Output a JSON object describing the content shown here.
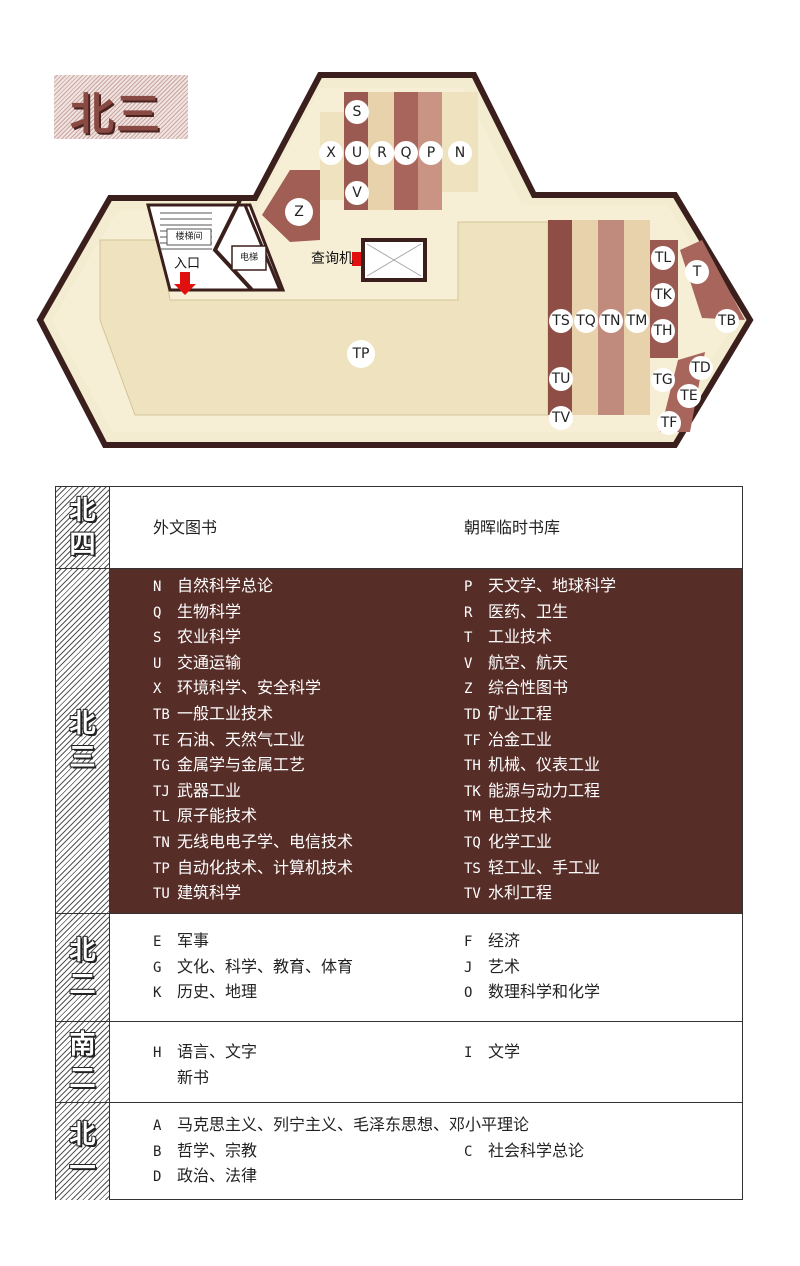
{
  "floor_title": "北三",
  "map": {
    "labels": {
      "stairs": "楼梯间",
      "entrance": "入口",
      "elevator": "电梯",
      "kiosk": "查询机"
    },
    "zones": [
      "S",
      "X",
      "U",
      "R",
      "Q",
      "P",
      "N",
      "V",
      "Z",
      "TL",
      "T",
      "TK",
      "TS",
      "TQ",
      "TN",
      "TM",
      "TB",
      "TH",
      "TG",
      "TD",
      "TE",
      "TU",
      "TV",
      "TF",
      "TP"
    ]
  },
  "legend": {
    "rows": [
      {
        "tag": [
          "北",
          "四"
        ],
        "left": [
          {
            "code": "",
            "text": "外文图书"
          }
        ],
        "right": [
          {
            "code": "",
            "text": "朝晖临时书库"
          }
        ]
      },
      {
        "tag": [
          "北",
          "三"
        ],
        "left": [
          {
            "code": "N",
            "text": "自然科学总论"
          },
          {
            "code": "Q",
            "text": "生物科学"
          },
          {
            "code": "S",
            "text": "农业科学"
          },
          {
            "code": "U",
            "text": "交通运输"
          },
          {
            "code": "X",
            "text": "环境科学、安全科学"
          },
          {
            "code": "TB",
            "text": "一般工业技术"
          },
          {
            "code": "TE",
            "text": "石油、天然气工业"
          },
          {
            "code": "TG",
            "text": "金属学与金属工艺"
          },
          {
            "code": "TJ",
            "text": "武器工业"
          },
          {
            "code": "TL",
            "text": "原子能技术"
          },
          {
            "code": "TN",
            "text": "无线电电子学、电信技术"
          },
          {
            "code": "TP",
            "text": "自动化技术、计算机技术"
          },
          {
            "code": "TU",
            "text": "建筑科学"
          }
        ],
        "right": [
          {
            "code": "P",
            "text": "天文学、地球科学"
          },
          {
            "code": "R",
            "text": "医药、卫生"
          },
          {
            "code": "T",
            "text": "工业技术"
          },
          {
            "code": "V",
            "text": "航空、航天"
          },
          {
            "code": "Z",
            "text": "综合性图书"
          },
          {
            "code": "TD",
            "text": "矿业工程"
          },
          {
            "code": "TF",
            "text": "冶金工业"
          },
          {
            "code": "TH",
            "text": "机械、仪表工业"
          },
          {
            "code": "TK",
            "text": "能源与动力工程"
          },
          {
            "code": "TM",
            "text": "电工技术"
          },
          {
            "code": "TQ",
            "text": "化学工业"
          },
          {
            "code": "TS",
            "text": "轻工业、手工业"
          },
          {
            "code": "TV",
            "text": "水利工程"
          }
        ]
      },
      {
        "tag": [
          "北",
          "二"
        ],
        "left": [
          {
            "code": "E",
            "text": "军事"
          },
          {
            "code": "G",
            "text": "文化、科学、教育、体育"
          },
          {
            "code": "K",
            "text": "历史、地理"
          }
        ],
        "right": [
          {
            "code": "F",
            "text": "经济"
          },
          {
            "code": "J",
            "text": "艺术"
          },
          {
            "code": "O",
            "text": "数理科学和化学"
          }
        ]
      },
      {
        "tag": [
          "南",
          "二"
        ],
        "left": [
          {
            "code": "H",
            "text": "语言、文字"
          },
          {
            "code": "",
            "text": "新书"
          }
        ],
        "right": [
          {
            "code": "I",
            "text": "文学"
          }
        ]
      },
      {
        "tag": [
          "北",
          "一"
        ],
        "left": [
          {
            "code": "A",
            "text": "马克思主义、列宁主义、毛泽东思想、邓小平理论"
          },
          {
            "code": "B",
            "text": "哲学、宗教"
          },
          {
            "code": "D",
            "text": "政治、法律"
          }
        ],
        "right": [
          {
            "code": "",
            "text": ""
          },
          {
            "code": "C",
            "text": "社会科学总论"
          }
        ]
      }
    ]
  },
  "colors": {
    "dark_brown": "#572d28",
    "shelf_dark": "#9a5a52",
    "shelf_mid": "#c99484",
    "shelf_light": "#e7d2ac",
    "floor": "#f3ecd0",
    "wall": "#3a1f1c",
    "kiosk_red": "#e01010"
  }
}
